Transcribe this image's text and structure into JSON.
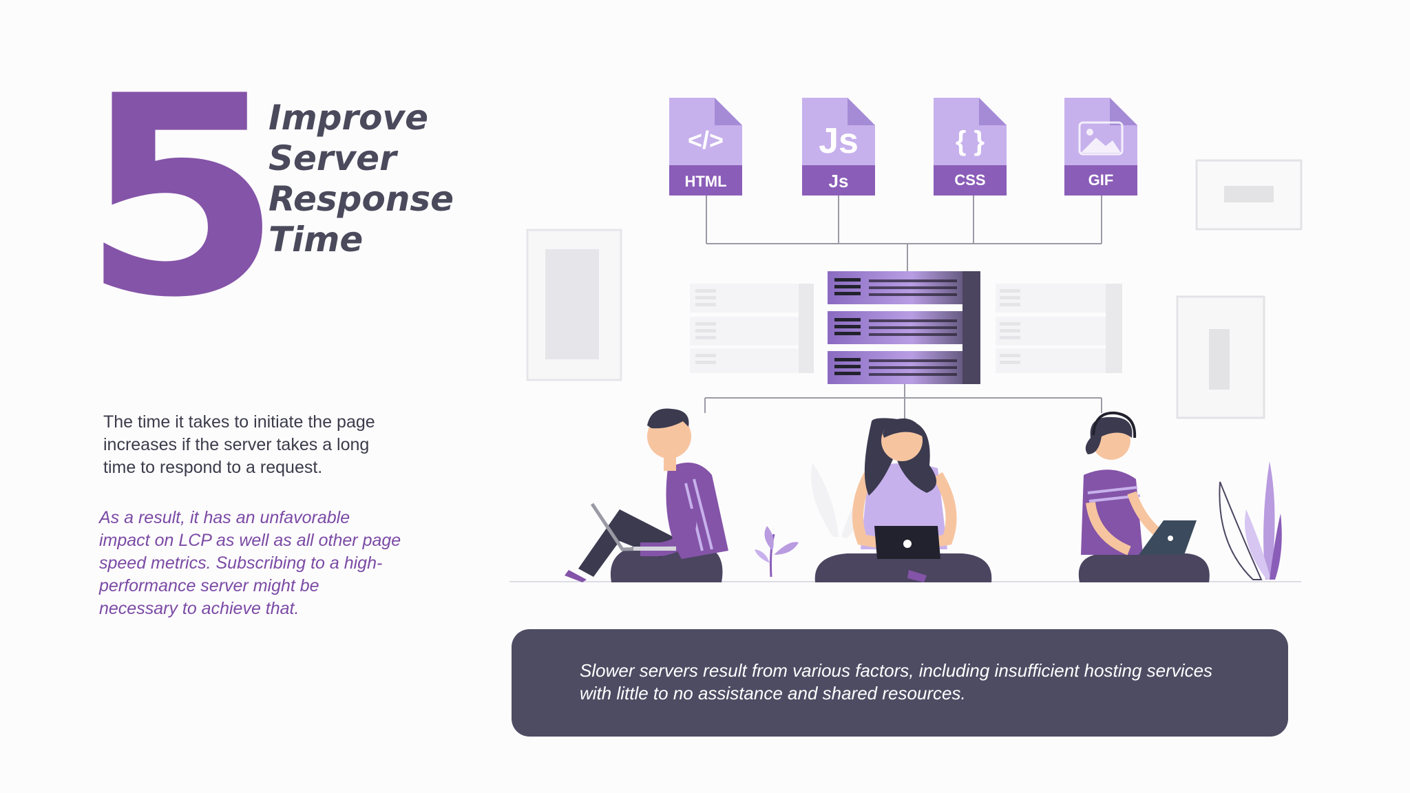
{
  "step_number": "5",
  "title_lines": [
    "Improve",
    "Server",
    "Response",
    "Time"
  ],
  "description": "The time it takes to initiate the page increases if the server takes a long time to respond to a request.",
  "note": "As a result, it has an unfavorable impact on LCP as well as all other page speed metrics. Subscribing to a high-performance server might be necessary to achieve that.",
  "callout": "Slower servers result from various factors, including insufficient hosting services with little to no assistance and shared resources.",
  "file_types": [
    {
      "label": "HTML",
      "glyph": "</>"
    },
    {
      "label": "Js",
      "glyph": "Js"
    },
    {
      "label": "CSS",
      "glyph": "{ }"
    },
    {
      "label": "GIF",
      "glyph": "image"
    }
  ],
  "colors": {
    "accent": "#8454a8",
    "light_purple": "#c7b1ec",
    "dark": "#4e4c63",
    "text": "#3b3b4a"
  }
}
